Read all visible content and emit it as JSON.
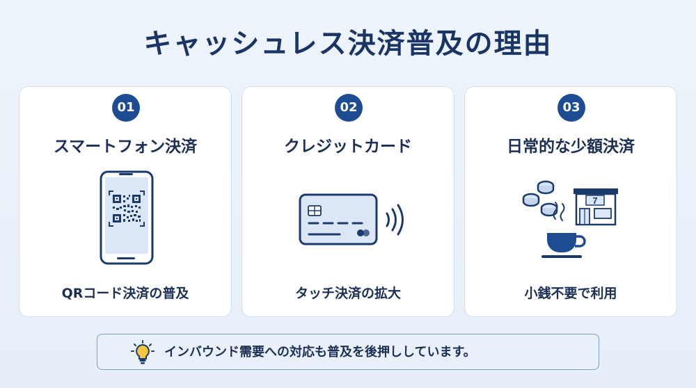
{
  "title": "キャッシュレス決済普及の理由",
  "cards": [
    {
      "number": "01",
      "title": "スマートフォン決済",
      "caption": "QRコード決済の普及",
      "icon": "smartphone-qr-icon"
    },
    {
      "number": "02",
      "title": "クレジットカード",
      "caption": "タッチ決済の拡大",
      "icon": "contactless-card-icon"
    },
    {
      "number": "03",
      "title": "日常的な少額決済",
      "caption": "小銭不要で利用",
      "icon": "coins-store-coffee-icon",
      "store_sign": "7"
    }
  ],
  "footer": {
    "text": "インバウンド需要への対応も普及を後押ししています。",
    "icon": "lightbulb-icon"
  },
  "colors": {
    "accent": "#1e4c93",
    "title": "#1a3565",
    "background": "#eef4fb"
  }
}
